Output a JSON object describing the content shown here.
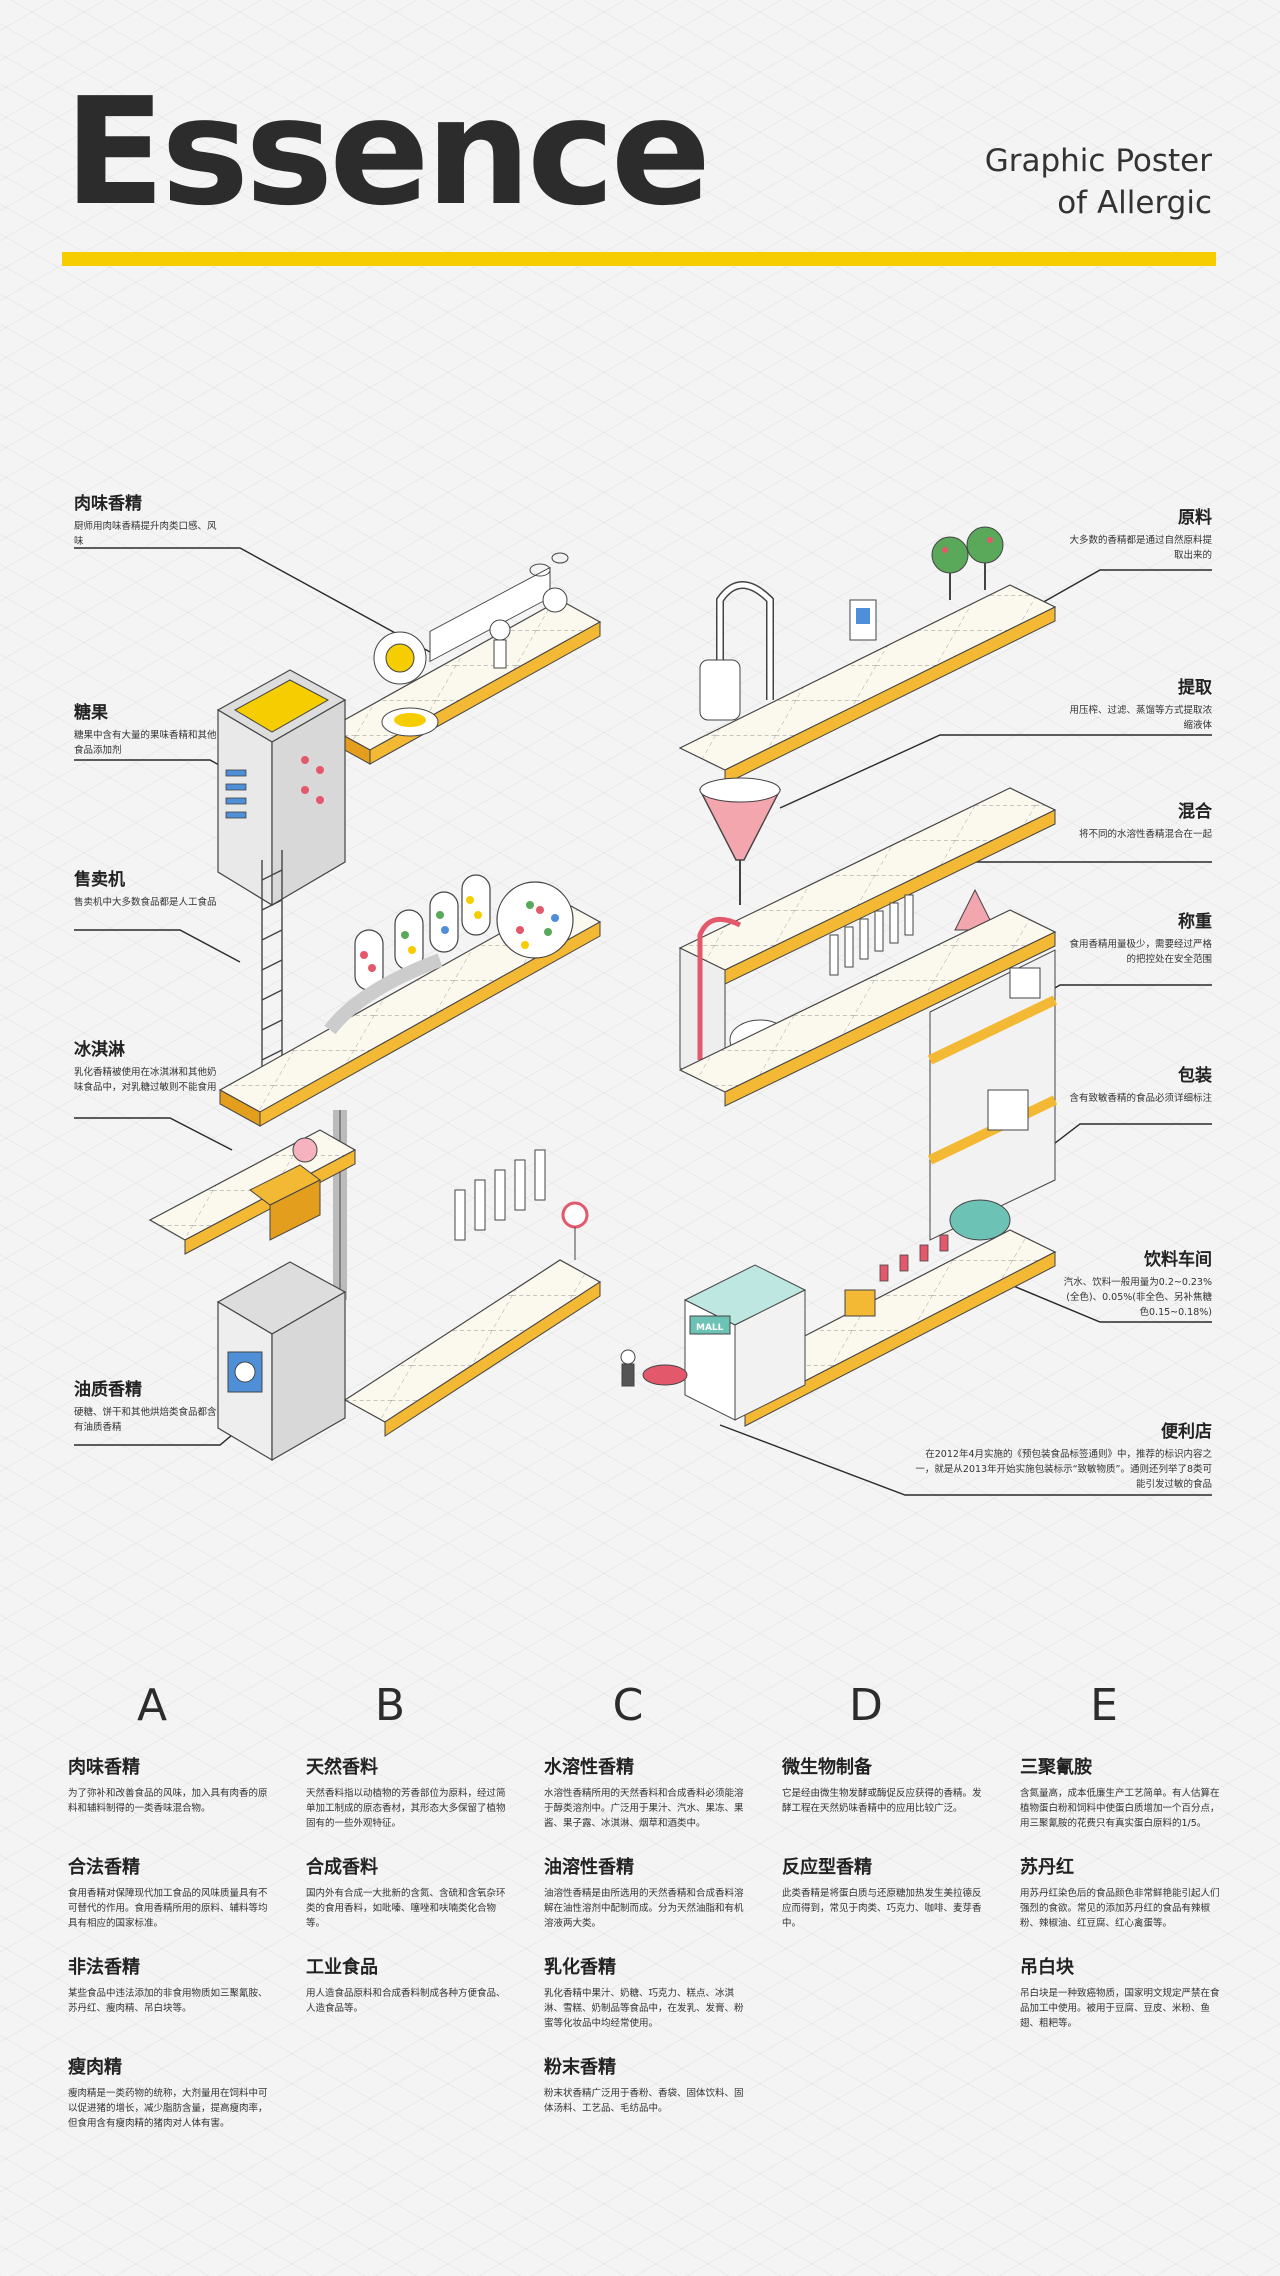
{
  "header": {
    "title": "Essence",
    "subtitle_line1": "Graphic Poster",
    "subtitle_line2": "of Allergic"
  },
  "colors": {
    "accent_yellow": "#f6cd00",
    "text_dark": "#2c2c2c",
    "machine_red": "#e4586b",
    "machine_blue": "#4e8fd8",
    "green_tree": "#5aa85a"
  },
  "callouts_left": [
    {
      "title": "肉味香精",
      "desc": "厨师用肉味香精提升肉类口感、风味"
    },
    {
      "title": "糖果",
      "desc": "糖果中含有大量的果味香精和其他食品添加剂"
    },
    {
      "title": "售卖机",
      "desc": "售卖机中大多数食品都是人工食品"
    },
    {
      "title": "冰淇淋",
      "desc": "乳化香精被使用在冰淇淋和其他奶味食品中，对乳糖过敏则不能食用"
    },
    {
      "title": "油质香精",
      "desc": "硬糖、饼干和其他烘焙类食品都含有油质香精"
    }
  ],
  "callouts_right": [
    {
      "title": "原料",
      "desc": "大多数的香精都是通过自然原料提取出来的"
    },
    {
      "title": "提取",
      "desc": "用压榨、过滤、蒸馏等方式提取浓缩液体"
    },
    {
      "title": "混合",
      "desc": "将不同的水溶性香精混合在一起"
    },
    {
      "title": "称重",
      "desc": "食用香精用量极少，需要经过严格的把控处在安全范围"
    },
    {
      "title": "包装",
      "desc": "含有致敏香精的食品必须详细标注"
    },
    {
      "title": "饮料车间",
      "desc": "汽水、饮料一般用量为0.2~0.23%(全色)、0.05%(非全色、另补焦糖色0.15~0.18%)"
    },
    {
      "title": "便利店",
      "desc": "在2012年4月实施的《预包装食品标签通则》中，推荐的标识内容之一，就是从2013年开始实施包装标示“致敏物质”。通则还列举了8类可能引发过敏的食品"
    }
  ],
  "illustration": {
    "store_sign": "MALL"
  },
  "columns": [
    {
      "letter": "A",
      "terms": [
        {
          "title": "肉味香精",
          "desc": "为了弥补和改善食品的风味，加入具有肉香的原料和辅料制得的一类香味混合物。"
        },
        {
          "title": "合法香精",
          "desc": "食用香精对保障现代加工食品的风味质量具有不可替代的作用。食用香精所用的原料、辅料等均具有相应的国家标准。"
        },
        {
          "title": "非法香精",
          "desc": "某些食品中违法添加的非食用物质如三聚氰胺、苏丹红、瘦肉精、吊白块等。"
        },
        {
          "title": "瘦肉精",
          "desc": "瘦肉精是一类药物的统称，大剂量用在饲料中可以促进猪的增长，减少脂肪含量，提高瘦肉率，但食用含有瘦肉精的猪肉对人体有害。"
        }
      ]
    },
    {
      "letter": "B",
      "terms": [
        {
          "title": "天然香料",
          "desc": "天然香料指以动植物的芳香部位为原料，经过简单加工制成的原态香材，其形态大多保留了植物固有的一些外观特征。"
        },
        {
          "title": "合成香料",
          "desc": "国内外有合成一大批新的含氮、含硫和含氧杂环类的食用香料，如吡嗪、噻唑和呋喃类化合物等。"
        },
        {
          "title": "工业食品",
          "desc": "用人造食品原料和合成香料制成各种方便食品、人造食品等。"
        }
      ]
    },
    {
      "letter": "C",
      "terms": [
        {
          "title": "水溶性香精",
          "desc": "水溶性香精所用的天然香料和合成香料必须能溶于醇类溶剂中。广泛用于果汁、汽水、果冻、果酱、果子露、冰淇淋、烟草和酒类中。"
        },
        {
          "title": "油溶性香精",
          "desc": "油溶性香精是由所选用的天然香精和合成香料溶解在油性溶剂中配制而成。分为天然油脂和有机溶液两大类。"
        },
        {
          "title": "乳化香精",
          "desc": "乳化香精中果汁、奶糖、巧克力、糕点、冰淇淋、雪糕、奶制品等食品中，在发乳、发膏、粉蜜等化妆品中均经常使用。"
        },
        {
          "title": "粉末香精",
          "desc": "粉末状香精广泛用于香粉、香袋、固体饮料、固体汤料、工艺品、毛纺品中。"
        }
      ]
    },
    {
      "letter": "D",
      "terms": [
        {
          "title": "微生物制备",
          "desc": "它是经由微生物发酵或酶促反应获得的香精。发酵工程在天然奶味香精中的应用比较广泛。"
        },
        {
          "title": "反应型香精",
          "desc": "此类香精是将蛋白质与还原糖加热发生美拉德反应而得到，常见于肉类、巧克力、咖啡、麦芽香中。"
        }
      ]
    },
    {
      "letter": "E",
      "terms": [
        {
          "title": "三聚氰胺",
          "desc": "含氮量高，成本低廉生产工艺简单。有人估算在植物蛋白粉和饲料中使蛋白质增加一个百分点，用三聚氰胺的花费只有真实蛋白原料的1/5。"
        },
        {
          "title": "苏丹红",
          "desc": "用苏丹红染色后的食品颜色非常鲜艳能引起人们强烈的食欲。常见的添加苏丹红的食品有辣椒粉、辣椒油、红豆腐、红心禽蛋等。"
        },
        {
          "title": "吊白块",
          "desc": "吊白块是一种致癌物质，国家明文规定严禁在食品加工中使用。被用于豆腐、豆皮、米粉、鱼翅、粗粑等。"
        }
      ]
    }
  ]
}
